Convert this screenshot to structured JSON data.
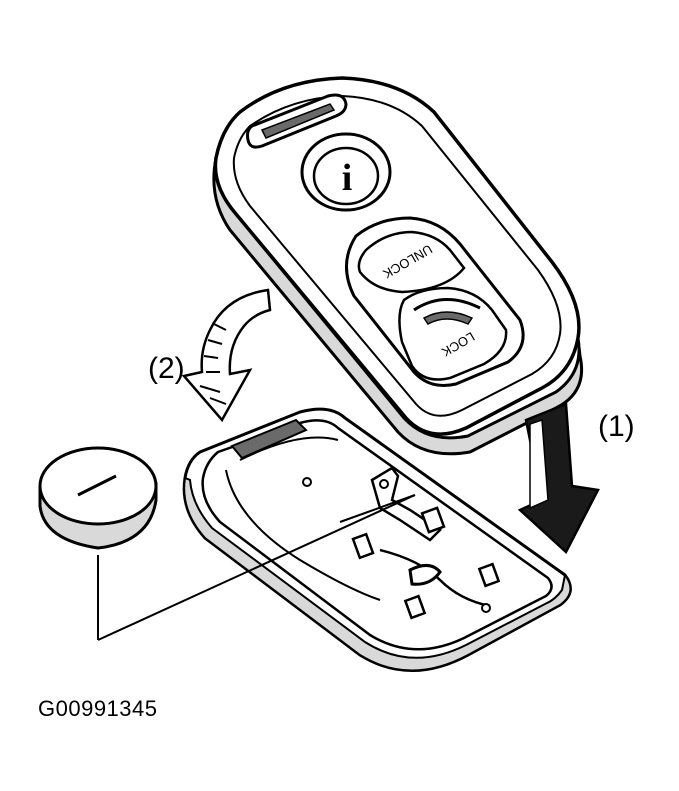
{
  "labels": {
    "step_1": "(1)",
    "step_2": "(2)",
    "figure_code": "G00991345"
  },
  "buttons": {
    "info": "i",
    "unlock": "UNLOCK",
    "lock": "LOCK"
  },
  "colors": {
    "ink": "#000000",
    "paper": "#ffffff",
    "shade": "#d9d9d9",
    "dark_shade": "#6a6a6a"
  }
}
